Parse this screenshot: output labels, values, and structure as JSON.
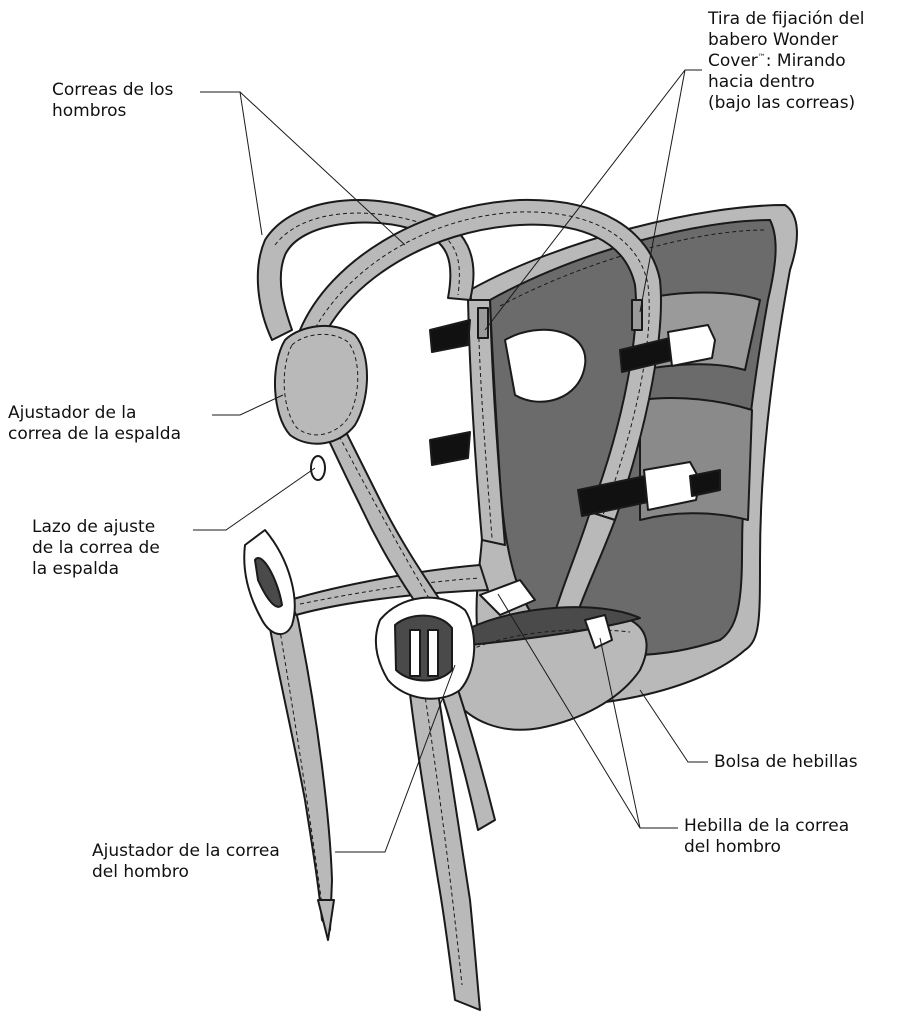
{
  "colors": {
    "fabric": "#b9b9b9",
    "fabric_dark": "#6b6b6b",
    "interior": "#8a8a8a",
    "outline": "#1a1a1a",
    "strap_black": "#111111",
    "buckle_white": "#ffffff"
  },
  "labels": {
    "shoulder_straps": [
      "Correas de los",
      "hombros"
    ],
    "bib_strip": [
      "Tira de fijación del",
      "babero Wonder",
      "Cover",
      "™",
      ": Mirando",
      "hacia dentro",
      "(bajo las correas)"
    ],
    "back_adjuster": [
      "Ajustador de la",
      "correa de la espalda"
    ],
    "back_loop": [
      "Lazo de ajuste",
      "de la correa de",
      "la espalda"
    ],
    "buckle_pouch": "Bolsa de hebillas",
    "shoulder_buckle": [
      "Hebilla de la correa",
      "del hombro"
    ],
    "shoulder_adjuster": [
      "Ajustador de la correa",
      "del hombro"
    ]
  }
}
